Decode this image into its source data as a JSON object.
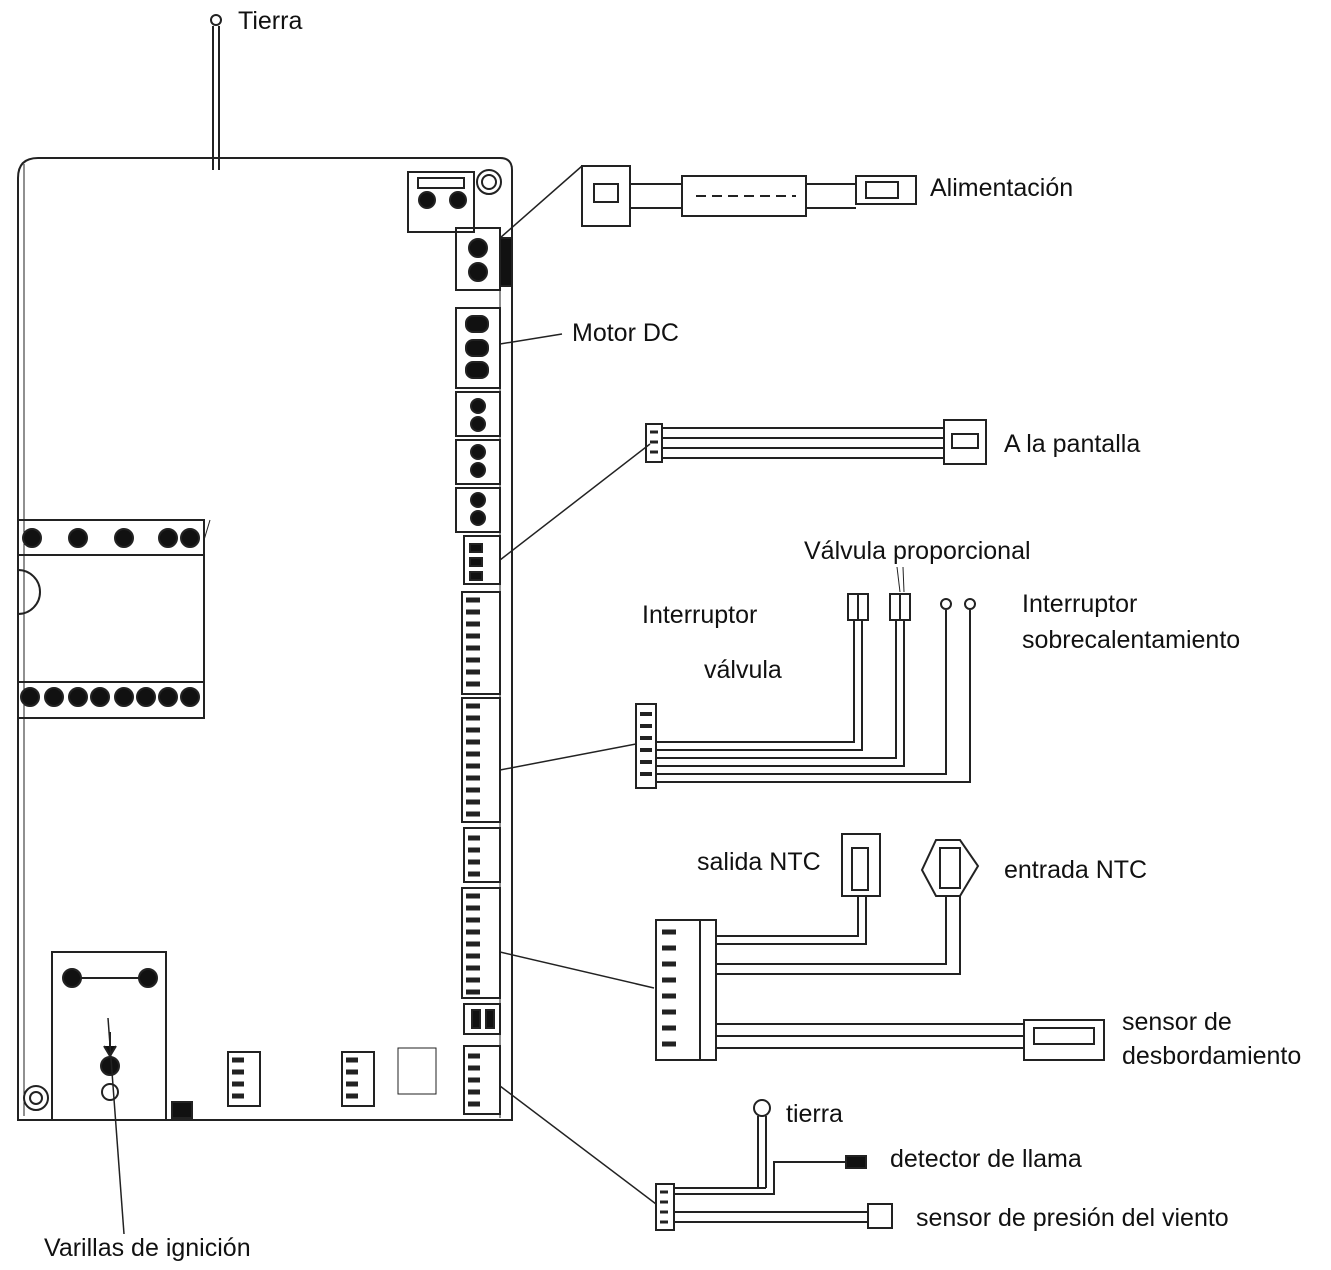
{
  "labels": {
    "tierra_top": "Tierra",
    "alimentacion": "Alimentación",
    "motor_dc": "Motor DC",
    "a_la_pantalla": "A la pantalla",
    "valvula_proporcional": "Válvula proporcional",
    "interruptor_valvula_1": "Interruptor",
    "interruptor_valvula_2": "válvula",
    "interruptor_sobrecal_1": "Interruptor",
    "interruptor_sobrecal_2": "sobrecalentamiento",
    "salida_ntc": "salida NTC",
    "entrada_ntc": "entrada NTC",
    "sensor_desb_1": "sensor de",
    "sensor_desb_2": "desbordamiento",
    "tierra_bottom": "tierra",
    "detector_llama": "detector de llama",
    "sensor_presion": "sensor de presión del viento",
    "varillas_ignicion": "Varillas de ignición"
  }
}
